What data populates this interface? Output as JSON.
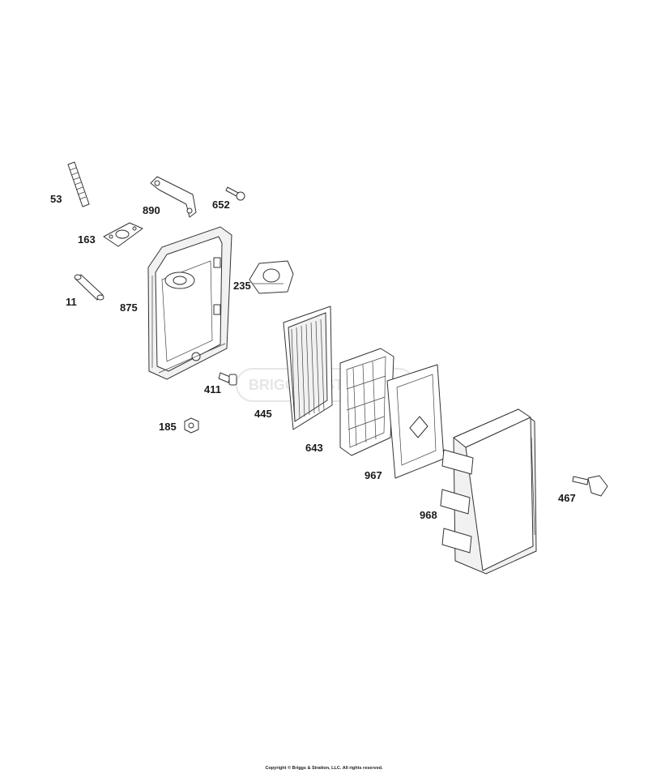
{
  "diagram": {
    "watermark": "BRIGGS & STRATTON",
    "copyright": "Copyright © Briggs & Stratton, LLC. All rights reserved.",
    "callouts": {
      "p53": "53",
      "p890": "890",
      "p652": "652",
      "p163": "163",
      "p11": "11",
      "p875": "875",
      "p235": "235",
      "p411": "411",
      "p445": "445",
      "p185": "185",
      "p643": "643",
      "p967": "967",
      "p968": "968",
      "p467": "467"
    }
  }
}
